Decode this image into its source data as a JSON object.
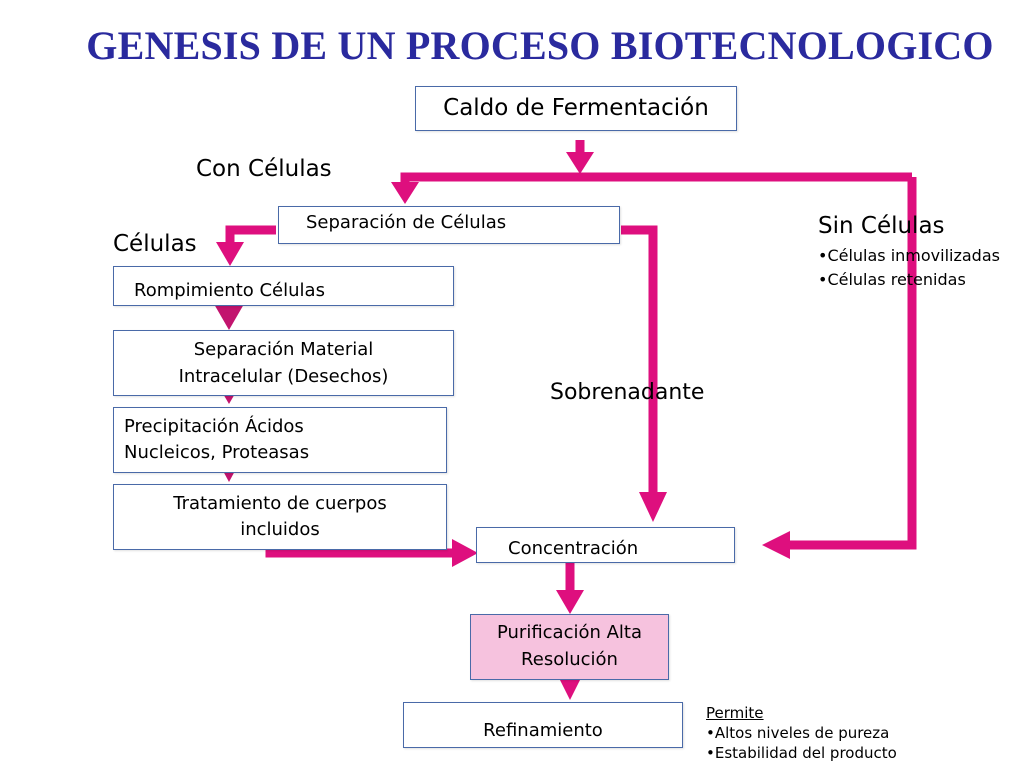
{
  "title": "GENESIS DE UN PROCESO BIOTECNOLOGICO",
  "nodes": {
    "caldo": "Caldo de Fermentación",
    "separacion_celulas": "Separación de Células",
    "rompimiento": "Rompimiento Células",
    "separacion_material": [
      "Separación Material",
      "Intracelular (Desechos)"
    ],
    "precipitacion": [
      "Precipitación  Ácidos",
      "Nucleicos, Proteasas"
    ],
    "tratamiento": [
      "Tratamiento de cuerpos",
      "incluidos"
    ],
    "concentracion": "Concentración",
    "purificacion": [
      "Purificación Alta",
      "Resolución"
    ],
    "refinamiento": "Refinamiento"
  },
  "labels": {
    "con_celulas": "Con Células",
    "celulas": "Células",
    "sin_celulas": "Sin Células",
    "sin_celulas_items": [
      "•Células inmovilizadas",
      "•Células retenidas"
    ],
    "sobrenadante": "Sobrenadante"
  },
  "note": {
    "heading": "Permite",
    "items": [
      "•Altos niveles de pureza",
      "•Estabilidad del producto"
    ]
  },
  "colors": {
    "title": "#2a2a9e",
    "arrow": "#de0f7e",
    "box_border": "#4a6aa8",
    "purificacion_fill": "#f6c2de"
  }
}
